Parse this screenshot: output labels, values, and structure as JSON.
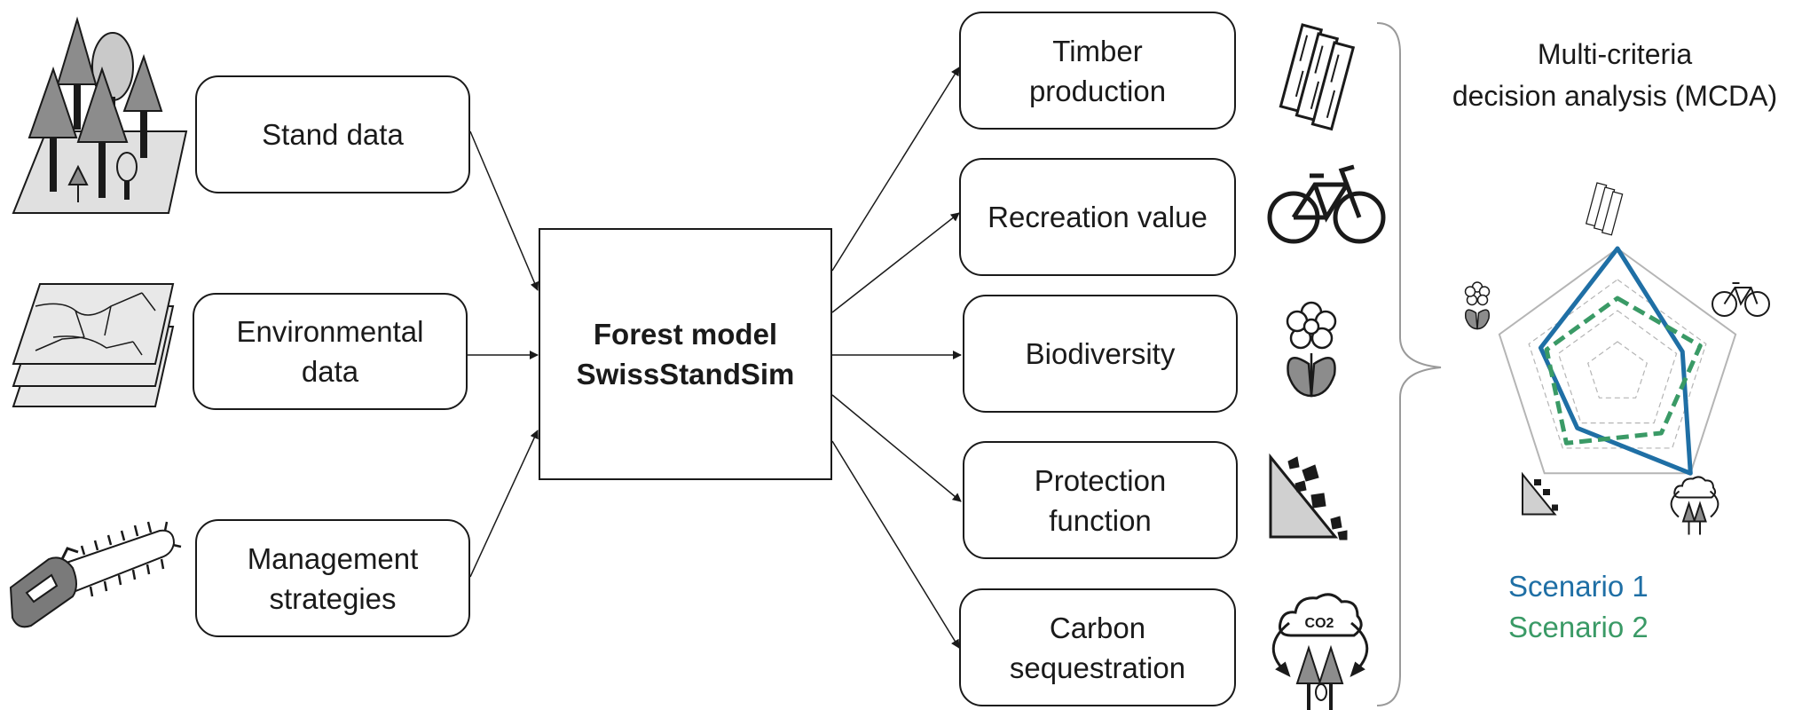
{
  "inputs": {
    "stand": [
      "Stand data"
    ],
    "environmental": [
      "Environmental",
      "data"
    ],
    "management": [
      "Management",
      "strategies"
    ]
  },
  "model": {
    "line1": "Forest model",
    "line2": "SwissStandSim"
  },
  "outputs": {
    "timber": [
      "Timber",
      "production"
    ],
    "recreation": [
      "Recreation value"
    ],
    "biodiversity": [
      "Biodiversity"
    ],
    "protection": [
      "Protection",
      "function"
    ],
    "carbon": [
      "Carbon",
      "sequestration"
    ]
  },
  "icons": {
    "trees": "trees-icon",
    "map_layers": "map-layers-icon",
    "chainsaw": "chainsaw-icon",
    "timber": "timber-icon",
    "bicycle": "bicycle-icon",
    "flower": "flower-icon",
    "rockfall": "rockfall-icon",
    "carbon": "carbon-cycle-icon",
    "co2_label": "CO2"
  },
  "mcda": {
    "title_line1": "Multi-criteria",
    "title_line2": "decision analysis (MCDA)",
    "scenarios": [
      {
        "name": "Scenario 1",
        "color": "#1f6fa5",
        "values": [
          1.0,
          0.55,
          1.0,
          0.55,
          0.65
        ]
      },
      {
        "name": "Scenario 2",
        "color": "#3a9a66",
        "values": [
          0.6,
          0.7,
          0.6,
          0.7,
          0.6
        ]
      }
    ]
  },
  "colors": {
    "line": "#1a1a1a",
    "icon_fill": "#8c8c8c",
    "grid": "#b5b5b5"
  }
}
